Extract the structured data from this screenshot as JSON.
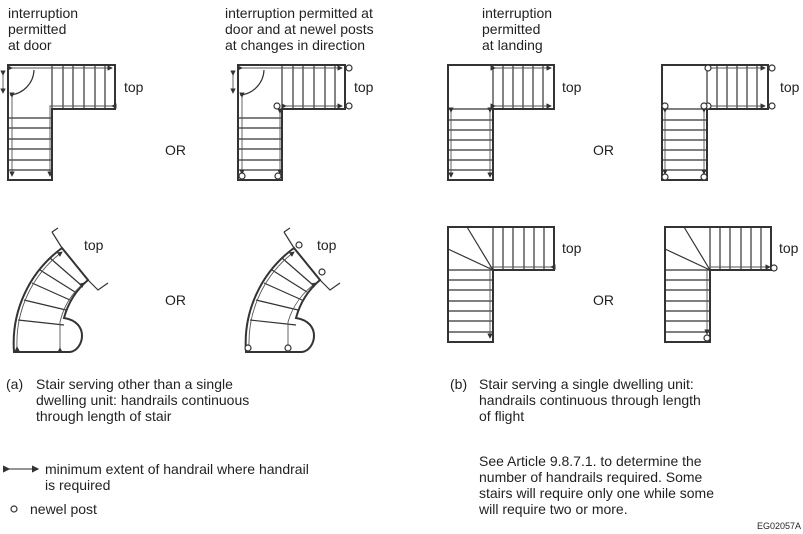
{
  "labels": {
    "a1_note": "interruption\npermitted\nat door",
    "a2_note": "interruption permitted at\ndoor and at newel posts\nat changes in direction",
    "b_note": "interruption\npermitted\nat landing",
    "top": "top",
    "or": "OR"
  },
  "captions": {
    "a_letter": "(a)",
    "a_text": "Stair serving other than a single\ndwelling unit: handrails continuous\nthrough length of stair",
    "b_letter": "(b)",
    "b_text": "Stair serving a single dwelling unit:\nhandrails continuous through length\nof flight"
  },
  "legend": {
    "handrail_extent": "minimum extent of handrail where handrail\nis required",
    "newel_post": "newel post",
    "handrail_icon": "double-arrow-icon",
    "newel_icon": "small-circle-icon"
  },
  "note": "See Article 9.8.7.1. to determine the\nnumber of handrails required.  Some\nstairs will require only one while some\nwill require two or more.",
  "figure_id": "EG02057A"
}
